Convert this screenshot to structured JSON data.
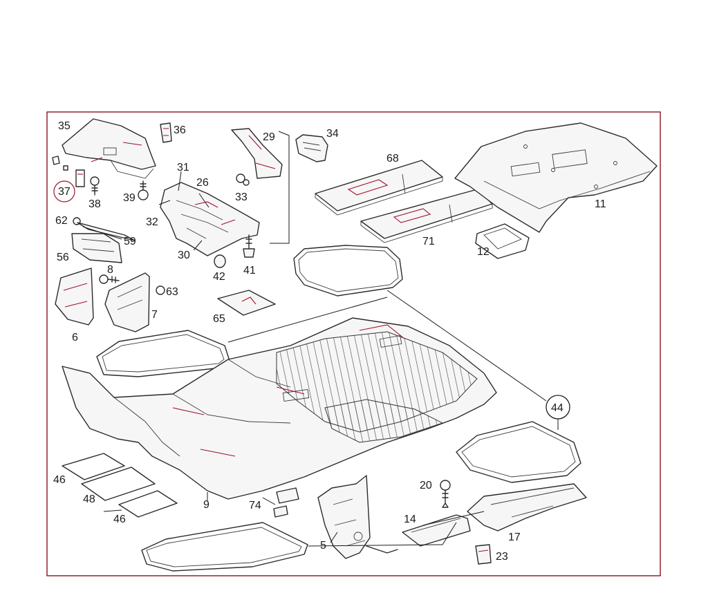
{
  "diagram": {
    "frame_color": "#8a1020",
    "accent_color": "#a0102a",
    "line_color": "#1a1a1a",
    "labels": {
      "p35": "35",
      "p36": "36",
      "p29": "29",
      "p34": "34",
      "p68": "68",
      "p11": "11",
      "p37": "37",
      "p38": "38",
      "p39": "39",
      "p31": "31",
      "p26": "26",
      "p33": "33",
      "p32": "32",
      "p62": "62",
      "p59": "59",
      "p56": "56",
      "p30": "30",
      "p41": "41",
      "p42": "42",
      "p71": "71",
      "p12": "12",
      "p8": "8",
      "p63": "63",
      "p7": "7",
      "p6": "6",
      "p65": "65",
      "p44": "44",
      "p46a": "46",
      "p48": "48",
      "p46b": "46",
      "p9": "9",
      "p74": "74",
      "p5": "5",
      "p20": "20",
      "p14": "14",
      "p17": "17",
      "p23": "23"
    }
  }
}
